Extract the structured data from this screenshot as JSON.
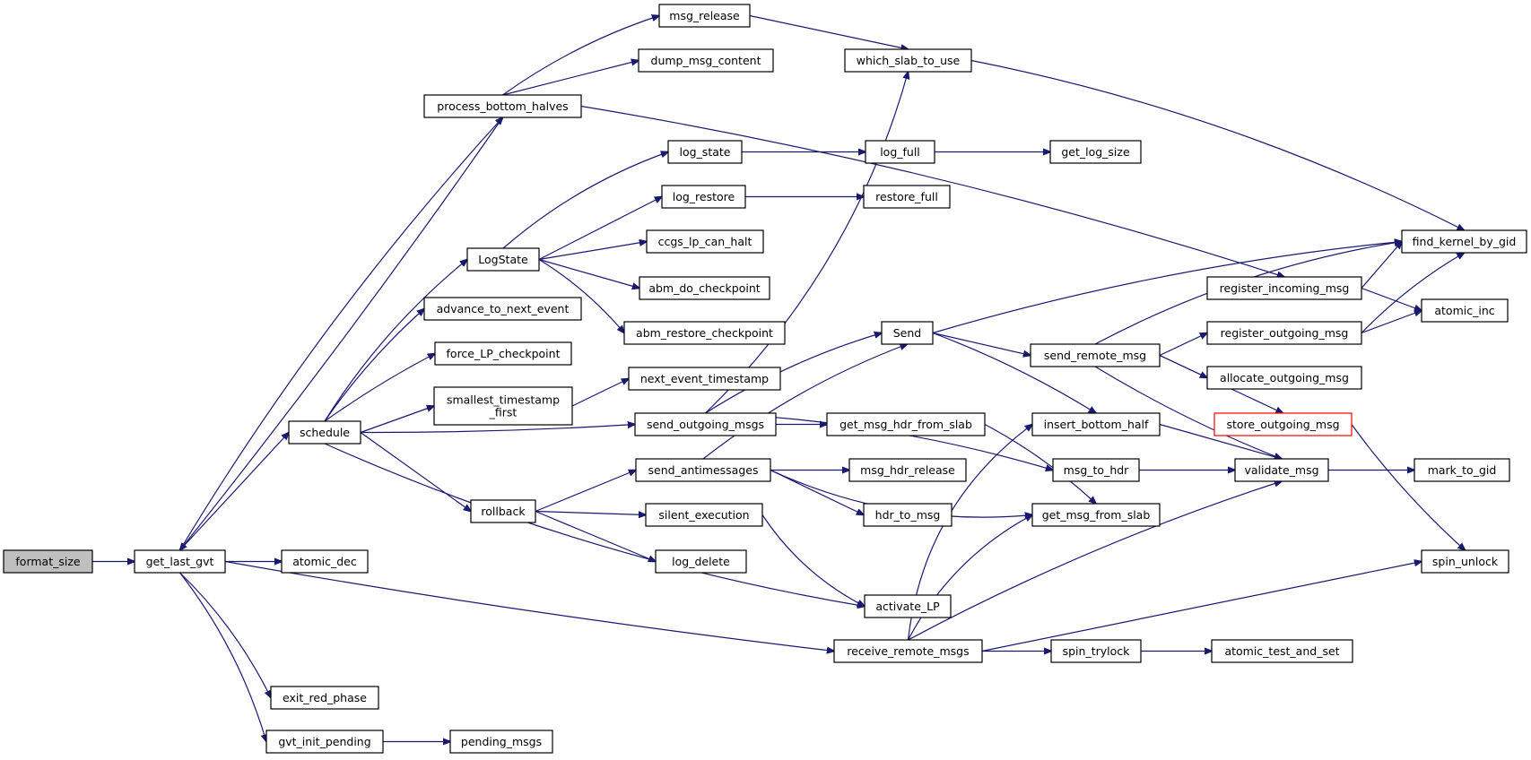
{
  "colors": {
    "edge": "#191970",
    "root_fill": "#bfbfbf",
    "highlight_border": "#ff0000",
    "node_border": "#000000"
  },
  "nodes": {
    "format_size": {
      "label": "format_size"
    },
    "get_last_gvt": {
      "label": "get_last_gvt"
    },
    "atomic_dec": {
      "label": "atomic_dec"
    },
    "exit_red_phase": {
      "label": "exit_red_phase"
    },
    "gvt_init_pending": {
      "label": "gvt_init_pending"
    },
    "pending_msgs": {
      "label": "pending_msgs"
    },
    "process_bottom_halves": {
      "label": "process_bottom_halves"
    },
    "msg_release": {
      "label": "msg_release"
    },
    "dump_msg_content": {
      "label": "dump_msg_content"
    },
    "which_slab_to_use": {
      "label": "which_slab_to_use"
    },
    "schedule": {
      "label": "schedule"
    },
    "LogState": {
      "label": "LogState"
    },
    "log_state": {
      "label": "log_state"
    },
    "log_full": {
      "label": "log_full"
    },
    "get_log_size": {
      "label": "get_log_size"
    },
    "log_restore": {
      "label": "log_restore"
    },
    "restore_full": {
      "label": "restore_full"
    },
    "ccgs_lp_can_halt": {
      "label": "ccgs_lp_can_halt"
    },
    "abm_do_checkpoint": {
      "label": "abm_do_checkpoint"
    },
    "abm_restore_checkpoint": {
      "label": "abm_restore_checkpoint"
    },
    "advance_to_next_event": {
      "label": "advance_to_next_event"
    },
    "force_LP_checkpoint": {
      "label": "force_LP_checkpoint"
    },
    "smallest_timestamp_first": {
      "label": "smallest_timestamp\n_first"
    },
    "next_event_timestamp": {
      "label": "next_event_timestamp"
    },
    "send_outgoing_msgs": {
      "label": "send_outgoing_msgs"
    },
    "get_msg_hdr_from_slab": {
      "label": "get_msg_hdr_from_slab"
    },
    "Send": {
      "label": "Send"
    },
    "send_remote_msg": {
      "label": "send_remote_msg"
    },
    "insert_bottom_half": {
      "label": "insert_bottom_half"
    },
    "register_incoming_msg": {
      "label": "register_incoming_msg"
    },
    "register_outgoing_msg": {
      "label": "register_outgoing_msg"
    },
    "allocate_outgoing_msg": {
      "label": "allocate_outgoing_msg"
    },
    "store_outgoing_msg": {
      "label": "store_outgoing_msg"
    },
    "find_kernel_by_gid": {
      "label": "find_kernel_by_gid"
    },
    "atomic_inc": {
      "label": "atomic_inc"
    },
    "rollback": {
      "label": "rollback"
    },
    "send_antimessages": {
      "label": "send_antimessages"
    },
    "msg_hdr_release": {
      "label": "msg_hdr_release"
    },
    "hdr_to_msg": {
      "label": "hdr_to_msg"
    },
    "silent_execution": {
      "label": "silent_execution"
    },
    "log_delete": {
      "label": "log_delete"
    },
    "activate_LP": {
      "label": "activate_LP"
    },
    "msg_to_hdr": {
      "label": "msg_to_hdr"
    },
    "validate_msg": {
      "label": "validate_msg"
    },
    "mark_to_gid": {
      "label": "mark_to_gid"
    },
    "get_msg_from_slab": {
      "label": "get_msg_from_slab"
    },
    "spin_unlock": {
      "label": "spin_unlock"
    },
    "receive_remote_msgs": {
      "label": "receive_remote_msgs"
    },
    "spin_trylock": {
      "label": "spin_trylock"
    },
    "atomic_test_and_set": {
      "label": "atomic_test_and_set"
    }
  }
}
